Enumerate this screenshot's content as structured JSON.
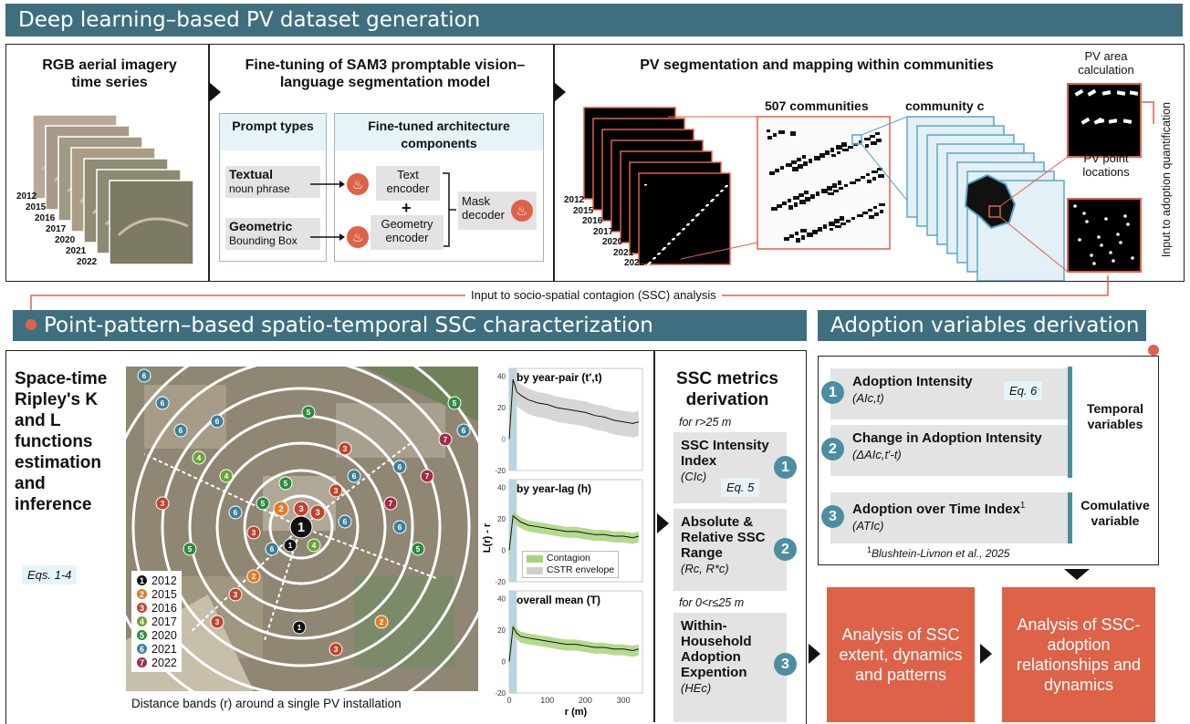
{
  "banners": {
    "top": "Deep learning–based PV dataset generation",
    "ssc": "Point-pattern–based spatio-temporal SSC characterization",
    "adoption": "Adoption variables derivation"
  },
  "top": {
    "rgb_title": "RGB aerial imagery time series",
    "years": [
      "2012",
      "2015",
      "2016",
      "2017",
      "2020",
      "2021",
      "2022"
    ],
    "finetune_title": "Fine-tuning of SAM3 promptable vision–language segmentation model",
    "prompt_types": "Prompt types",
    "finetuned_components": "Fine-tuned architecture components",
    "textual": "Textual",
    "noun_phrase": "noun phrase",
    "geometric": "Geometric",
    "bbox": "Bounding Box",
    "text_encoder": "Text encoder",
    "plus": "+",
    "geometry_encoder": "Geometry encoder",
    "mask_decoder": "Mask decoder",
    "seg_title": "PV segmentation and mapping within communities",
    "communities": "507 communities",
    "community_c": "community c",
    "area_calc": "PV area calculation",
    "point_loc": "PV point locations",
    "input_adoption": "Input to adoption quantification",
    "input_ssc": "Input to socio-spatial contagion (SSC) analysis"
  },
  "ssc": {
    "ripley_title": "Space-time Ripley's K and L functions estimation and inference",
    "eqs": "Eqs. 1-4",
    "legend": [
      {
        "num": "1",
        "year": "2012",
        "color": "#111111"
      },
      {
        "num": "2",
        "year": "2015",
        "color": "#e07b2a"
      },
      {
        "num": "3",
        "year": "2016",
        "color": "#c0442d"
      },
      {
        "num": "4",
        "year": "2017",
        "color": "#6aa535"
      },
      {
        "num": "5",
        "year": "2020",
        "color": "#2f8a3e"
      },
      {
        "num": "6",
        "year": "2021",
        "color": "#3e7f99"
      },
      {
        "num": "7",
        "year": "2022",
        "color": "#a02e48"
      }
    ],
    "distance_caption": "Distance bands (r) around a single PV installation",
    "panel_titles": [
      "by year-pair (t′,t)",
      "by year-lag (h)",
      "overall mean (T)"
    ],
    "legend_contagion": "Contagion",
    "legend_cstr": "CSTR envelope",
    "metrics_title": "SSC metrics derivation",
    "for_r25": "for r>25 m",
    "intensity": "SSC Intensity Index",
    "intensity_sym": "(CIc)",
    "eq5": "Eq. 5",
    "range": "Absolute & Relative SSC Range",
    "range_sym": "(Rc, R*c)",
    "for_0r25": "for 0<r≤25 m",
    "within": "Within-Household Adoption Expention",
    "within_sym": "(HEc)",
    "num1": "1",
    "num2": "2",
    "num3": "3"
  },
  "adoption": {
    "ai_title": "Adoption Intensity",
    "ai_sym": "(AIc,t)",
    "eq6": "Eq. 6",
    "cai_title": "Change in Adoption Intensity",
    "cai_sym": "(ΔAIc,t′-t)",
    "temporal": "Temporal variables",
    "ati_title": "Adoption over Time Index",
    "ati_sup": "1",
    "ati_sym": "(ATIc)",
    "cumulative": "Comulative variable",
    "ref": "Blushtein-Livnon et al., 2025",
    "ref_sup": "1",
    "num1": "1",
    "num2": "2",
    "num3": "3"
  },
  "outputs": {
    "left": "Analysis of SSC extent, dynamics and patterns",
    "right": "Analysis of SSC-adoption relationships and dynamics"
  },
  "chart_data": {
    "type": "line",
    "xlabel": "r (m)",
    "ylabel": "L(r) - r",
    "xticks": [
      0,
      100,
      200,
      300
    ],
    "yticks": [
      -20,
      0,
      20,
      40
    ],
    "xlim": [
      0,
      350
    ],
    "ylim": [
      -20,
      45
    ],
    "x": [
      0,
      10,
      20,
      30,
      50,
      75,
      100,
      125,
      150,
      175,
      200,
      225,
      250,
      275,
      300,
      325,
      340
    ],
    "series": [
      {
        "panel": "by year-pair (t′,t)",
        "values": [
          0,
          38,
          30,
          28,
          25,
          23,
          22,
          20,
          19,
          18,
          17,
          15,
          14,
          12,
          11,
          10,
          11
        ]
      },
      {
        "panel": "by year-lag (h)",
        "values": [
          0,
          22,
          20,
          18,
          16,
          15,
          14,
          13,
          12,
          12,
          11,
          10,
          10,
          9,
          9,
          8,
          9
        ]
      },
      {
        "panel": "overall mean (T)",
        "values": [
          0,
          22,
          18,
          16,
          15,
          14,
          13,
          12,
          11,
          11,
          10,
          9,
          9,
          8,
          8,
          7,
          8
        ]
      }
    ]
  }
}
